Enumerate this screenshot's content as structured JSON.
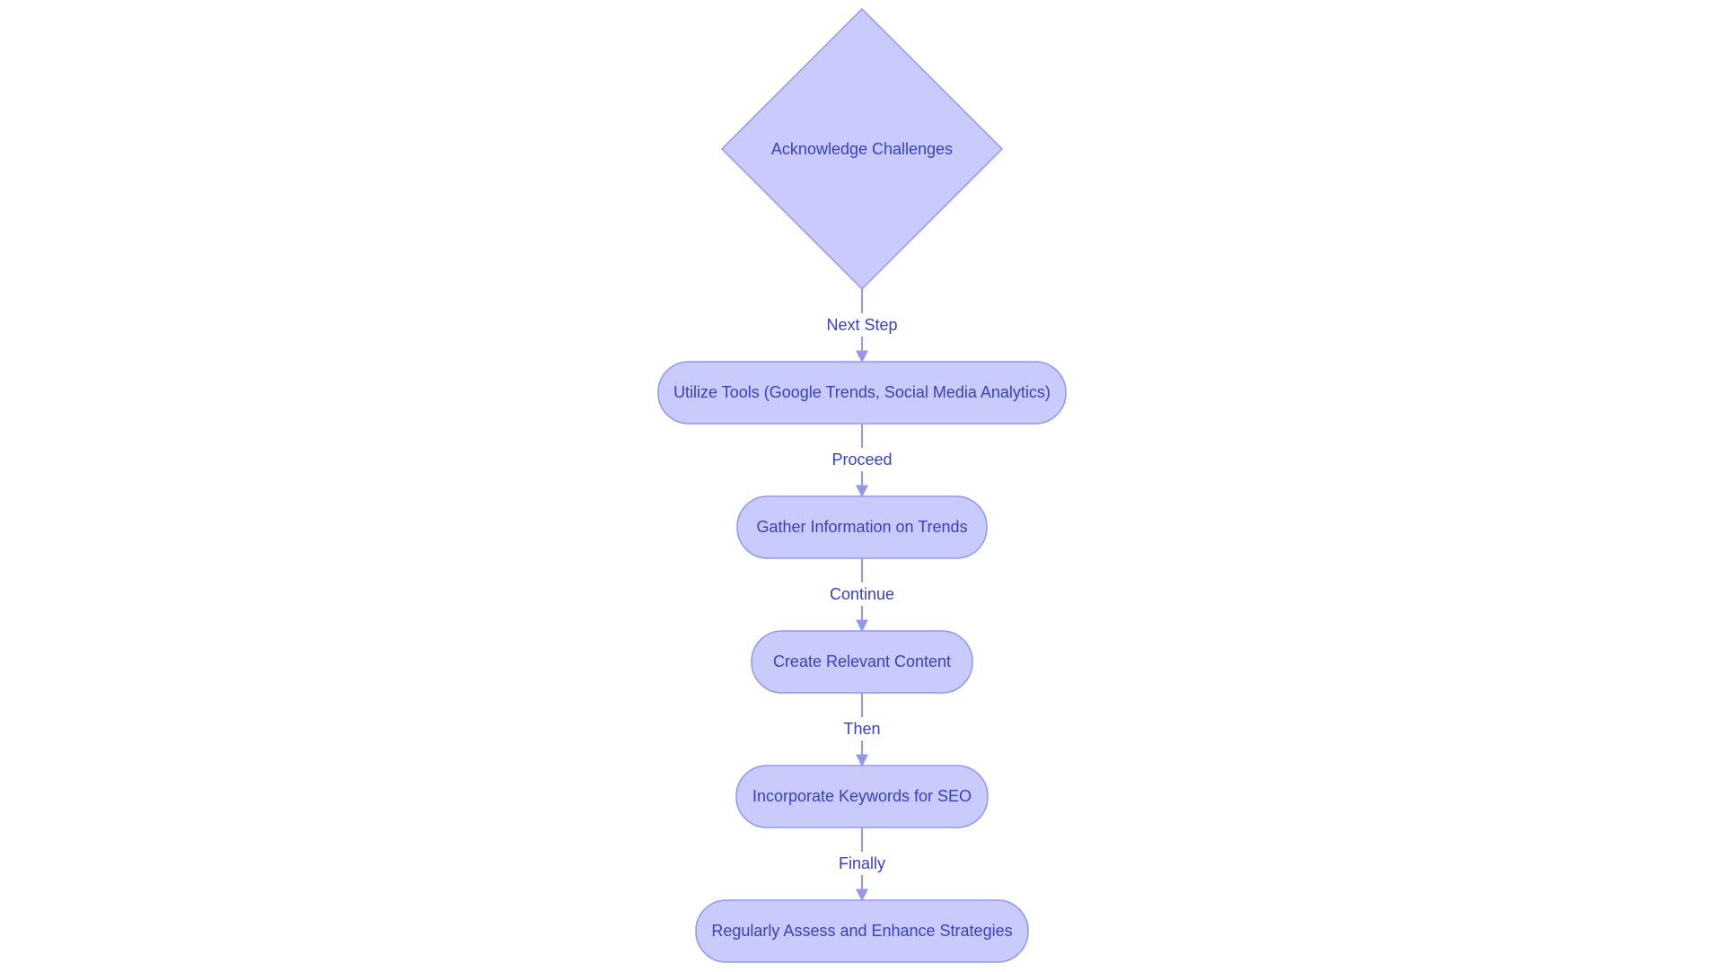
{
  "colors": {
    "node_fill": "#c9cbfc",
    "node_stroke": "#9397ee",
    "edge": "#9397ee",
    "text": "#3a3fc0",
    "edge_label_bg": "#ffffff"
  },
  "nodes": [
    {
      "id": "acknowledge",
      "shape": "diamond",
      "label": "Acknowledge Challenges"
    },
    {
      "id": "tools",
      "shape": "rounded",
      "label": "Utilize Tools (Google Trends, Social Media Analytics)"
    },
    {
      "id": "gather",
      "shape": "rounded",
      "label": "Gather Information on Trends"
    },
    {
      "id": "create",
      "shape": "rounded",
      "label": "Create Relevant Content"
    },
    {
      "id": "keywords",
      "shape": "rounded",
      "label": "Incorporate Keywords for SEO"
    },
    {
      "id": "assess",
      "shape": "rounded",
      "label": "Regularly Assess and Enhance Strategies"
    }
  ],
  "edges": [
    {
      "from": "acknowledge",
      "to": "tools",
      "label": "Next Step"
    },
    {
      "from": "tools",
      "to": "gather",
      "label": "Proceed"
    },
    {
      "from": "gather",
      "to": "create",
      "label": "Continue"
    },
    {
      "from": "create",
      "to": "keywords",
      "label": "Then"
    },
    {
      "from": "keywords",
      "to": "assess",
      "label": "Finally"
    }
  ]
}
